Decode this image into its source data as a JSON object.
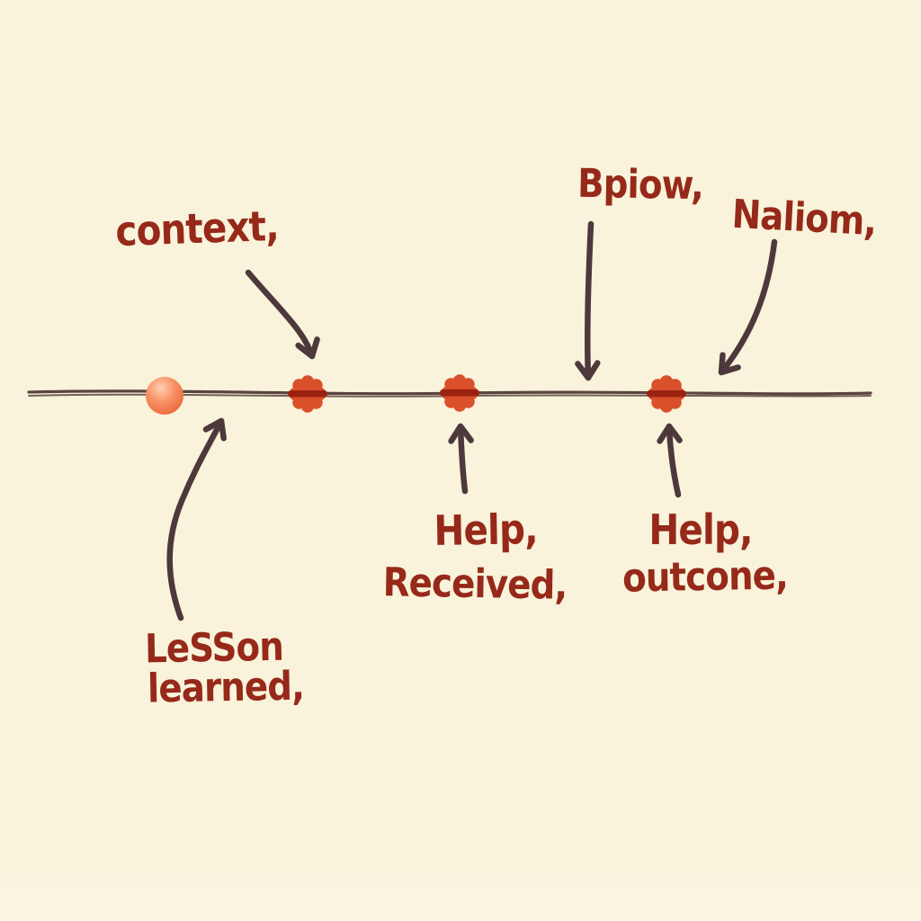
{
  "diagram": {
    "description": "hand-drawn timeline sketch on cream paper",
    "labels": {
      "context": "context,",
      "bpiow": "Bpiow,",
      "naliom": "Naliom,",
      "help_received_line1": "Help,",
      "help_received_line2": "Received,",
      "help_outcome_line1": "Help,",
      "help_outcome_line2": "outcone,",
      "lesson_line1": "LeSSon",
      "lesson_line2": "learned,"
    },
    "colors": {
      "bg": "#f8f3da",
      "bg-light": "#faf6e2",
      "ink": "#96291a",
      "arrow": "#4d383c",
      "line": "#5a443f",
      "marker": "#d9502b",
      "marker-band": "#9b2211",
      "ball-highlight": "#ffd1b0",
      "ball-mid": "#f78f63",
      "ball-shadow": "#d85c36"
    },
    "marker_shapes": {
      "star_marker": "starburst-icon",
      "start_ball": "sphere-icon"
    }
  }
}
